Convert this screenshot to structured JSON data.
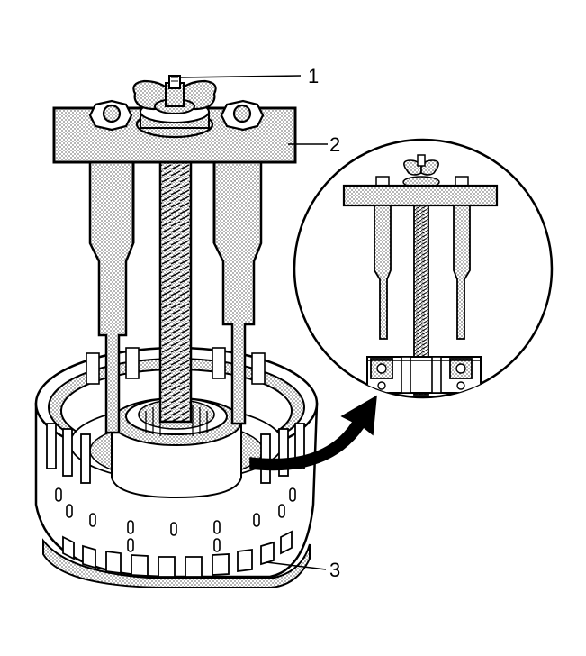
{
  "callouts": [
    {
      "label": "1"
    },
    {
      "label": "2"
    },
    {
      "label": "3"
    }
  ],
  "colors": {
    "line": "#000000",
    "fill": "#ffffff",
    "stipple_dot": "#000000"
  },
  "icons": {
    "detail": "magnified-detail-view",
    "arrow": "curved-pointer-arrow"
  }
}
